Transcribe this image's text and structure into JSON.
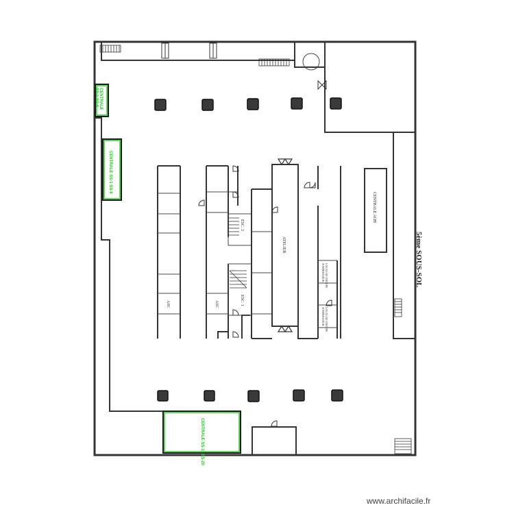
{
  "plan": {
    "level_title": "5ème SOUS-SOL",
    "rooms": {
      "centrale_aob": "CENTRALE AOB",
      "atelier": "ATELIER",
      "esc_1": "ESC. 1",
      "esc_2": "ESC. 2",
      "asc_left": "ASC",
      "asc_right": "ASC",
      "local_1": "LOCAL DE GROUPE\nSURPRESSEUR",
      "local_2": "LOCAL DE GROUPE\nSURPRESSEUR"
    },
    "centrales": {
      "top_left": "CENTRALE\nSS-1 SS-6",
      "mid_left": "CENTRALE SS-1 SS-8",
      "bottom": "CENTRALE SS-11 SS-20"
    },
    "colors": {
      "wall": "#333333",
      "centrale_outline": "#22cc22",
      "pillar": "#3a3a3a"
    }
  },
  "footer": {
    "watermark": "www.archifacile.fr"
  }
}
